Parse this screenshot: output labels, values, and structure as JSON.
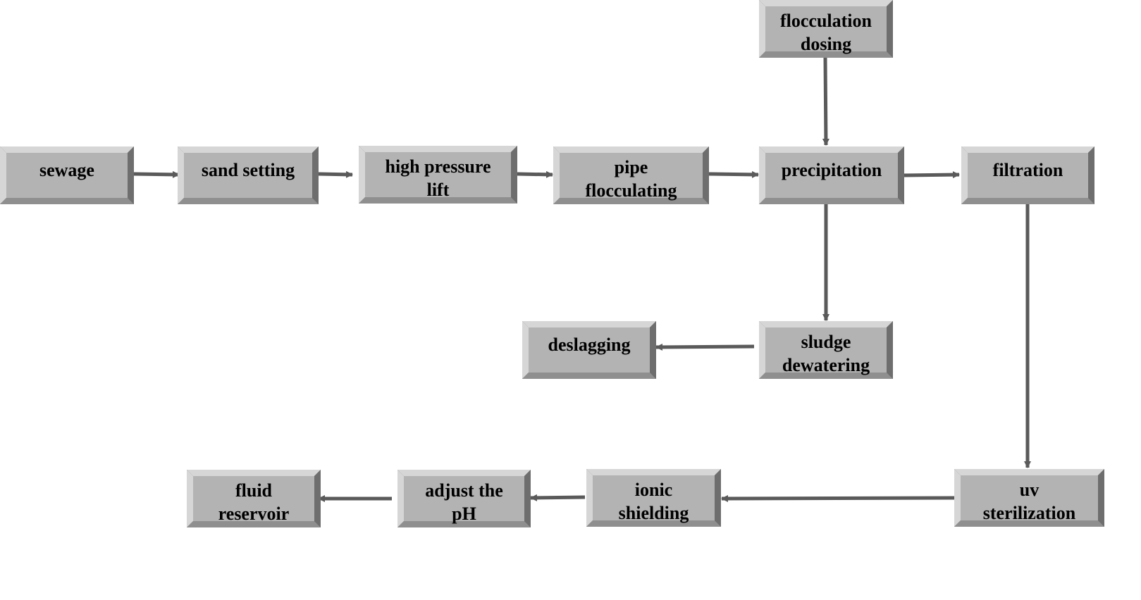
{
  "colors": {
    "box_face": "#b3b3b3",
    "box_light": "#d6d6d6",
    "box_mid": "#8f8f8f",
    "box_dark": "#6e6e6e",
    "arrow": "#5a5a5a",
    "text": "#000000",
    "background": "#ffffff"
  },
  "nodes": [
    {
      "id": "sewage",
      "lines": [
        "sewage"
      ]
    },
    {
      "id": "sand-setting",
      "lines": [
        "sand setting"
      ]
    },
    {
      "id": "high-pressure-lift",
      "lines": [
        "high pressure",
        "lift"
      ]
    },
    {
      "id": "pipe-flocculating",
      "lines": [
        "pipe",
        "flocculating"
      ]
    },
    {
      "id": "precipitation",
      "lines": [
        "precipitation"
      ]
    },
    {
      "id": "filtration",
      "lines": [
        "filtration"
      ]
    },
    {
      "id": "flocculation-dosing",
      "lines": [
        "flocculation",
        "dosing"
      ]
    },
    {
      "id": "sludge-dewatering",
      "lines": [
        "sludge",
        "dewatering"
      ]
    },
    {
      "id": "deslagging",
      "lines": [
        "deslagging"
      ]
    },
    {
      "id": "uv-sterilization",
      "lines": [
        "uv",
        "sterilization"
      ]
    },
    {
      "id": "ionic-shielding",
      "lines": [
        "ionic",
        "shielding"
      ]
    },
    {
      "id": "adjust-the-ph",
      "lines": [
        "adjust the",
        "pH"
      ]
    },
    {
      "id": "fluid-reservoir",
      "lines": [
        "fluid",
        "reservoir"
      ]
    }
  ],
  "edges": [
    {
      "from": "sewage",
      "to": "sand-setting"
    },
    {
      "from": "sand-setting",
      "to": "high-pressure-lift"
    },
    {
      "from": "high-pressure-lift",
      "to": "pipe-flocculating"
    },
    {
      "from": "pipe-flocculating",
      "to": "precipitation"
    },
    {
      "from": "precipitation",
      "to": "filtration"
    },
    {
      "from": "flocculation-dosing",
      "to": "precipitation"
    },
    {
      "from": "precipitation",
      "to": "sludge-dewatering"
    },
    {
      "from": "sludge-dewatering",
      "to": "deslagging"
    },
    {
      "from": "filtration",
      "to": "uv-sterilization"
    },
    {
      "from": "uv-sterilization",
      "to": "ionic-shielding"
    },
    {
      "from": "ionic-shielding",
      "to": "adjust-the-ph"
    },
    {
      "from": "adjust-the-ph",
      "to": "fluid-reservoir"
    }
  ]
}
